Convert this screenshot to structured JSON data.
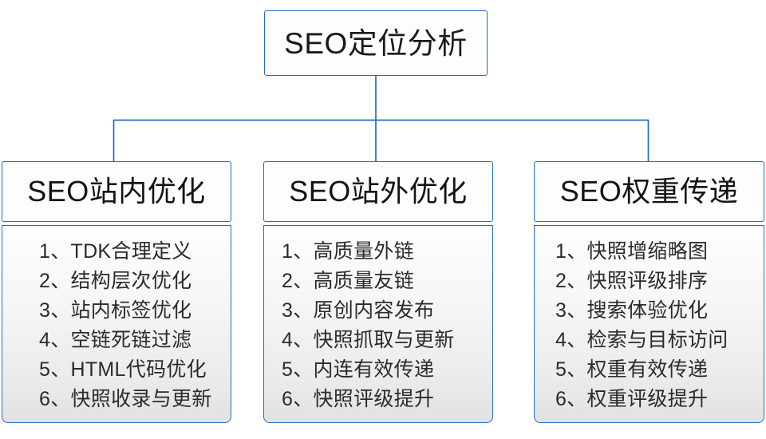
{
  "diagram": {
    "type": "org-tree",
    "root": {
      "label": "SEO定位分析"
    },
    "colors": {
      "border": "#1f6fc4",
      "connector": "#1f6fc4",
      "header_background": "#fdfdfd",
      "body_background_top": "#fefefe",
      "body_background_bottom": "#e2e2e2",
      "text": "#1a1a1a"
    },
    "branches": [
      {
        "title": "SEO站内优化",
        "items": [
          "1、TDK合理定义",
          "2、结构层次优化",
          "3、站内标签优化",
          "4、空链死链过滤",
          "5、HTML代码优化",
          "6、快照收录与更新"
        ]
      },
      {
        "title": "SEO站外优化",
        "items": [
          "1、高质量外链",
          "2、高质量友链",
          "3、原创内容发布",
          "4、快照抓取与更新",
          "5、内连有效传递",
          "6、快照评级提升"
        ]
      },
      {
        "title": "SEO权重传递",
        "items": [
          "1、快照增缩略图",
          "2、快照评级排序",
          "3、搜索体验优化",
          "4、检索与目标访问",
          "5、权重有效传递",
          "6、权重评级提升"
        ]
      }
    ]
  }
}
